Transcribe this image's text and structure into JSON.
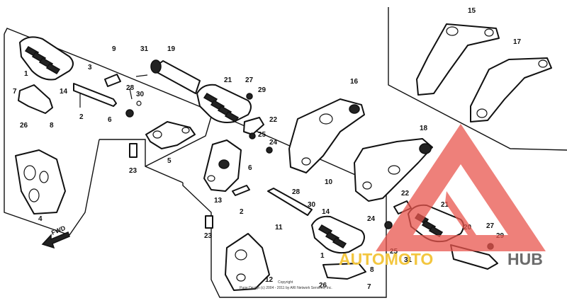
{
  "diagram": {
    "callouts": [
      "1",
      "2",
      "3",
      "4",
      "5",
      "6",
      "7",
      "8",
      "9",
      "10",
      "11",
      "12",
      "13",
      "14",
      "15",
      "16",
      "17",
      "18",
      "19",
      "20",
      "21",
      "22",
      "23",
      "24",
      "25",
      "26",
      "27",
      "28",
      "29",
      "30",
      "31"
    ],
    "fwd_label": "FWD",
    "copyright_line1": "Copyright",
    "copyright_line2": "Page Design (c) 2004 - 2011 by ARI Network Services, Inc."
  },
  "watermark": {
    "brand_part1": "AUTOMOTO",
    "brand_part2": "HUB",
    "brand_colors": {
      "part1": "#f3c63f",
      "part2": "#6b6b6b",
      "logo": "#e8554e"
    }
  }
}
